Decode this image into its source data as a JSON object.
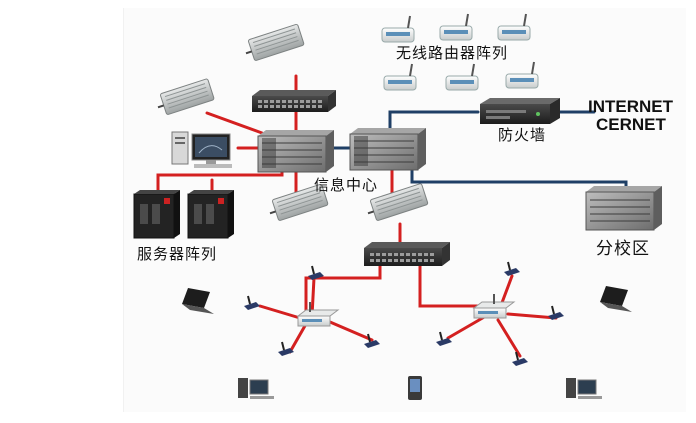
{
  "labels": {
    "wireless_router_array": "无线路由器阵列",
    "firewall": "防火墙",
    "internet": "INTERNET",
    "cernet": "CERNET",
    "info_center": "信息中心",
    "branch_campus": "分校区",
    "server_array": "服务器阵列"
  },
  "colors": {
    "red_link": "#d42020",
    "blue_link": "#1f3f66",
    "device_dark": "#2c2c2c",
    "device_gray": "#8a8a8a",
    "wifi_silver": "#c7c9c9"
  },
  "icons": [
    "outdoor-ap-icon",
    "switch-icon",
    "core-switch-icon",
    "firewall-icon",
    "server-rack-icon",
    "workstation-icon",
    "wireless-router-icon",
    "access-point-icon",
    "laptop-icon",
    "desktop-pc-icon",
    "pda-icon",
    "wireless-client-icon"
  ]
}
